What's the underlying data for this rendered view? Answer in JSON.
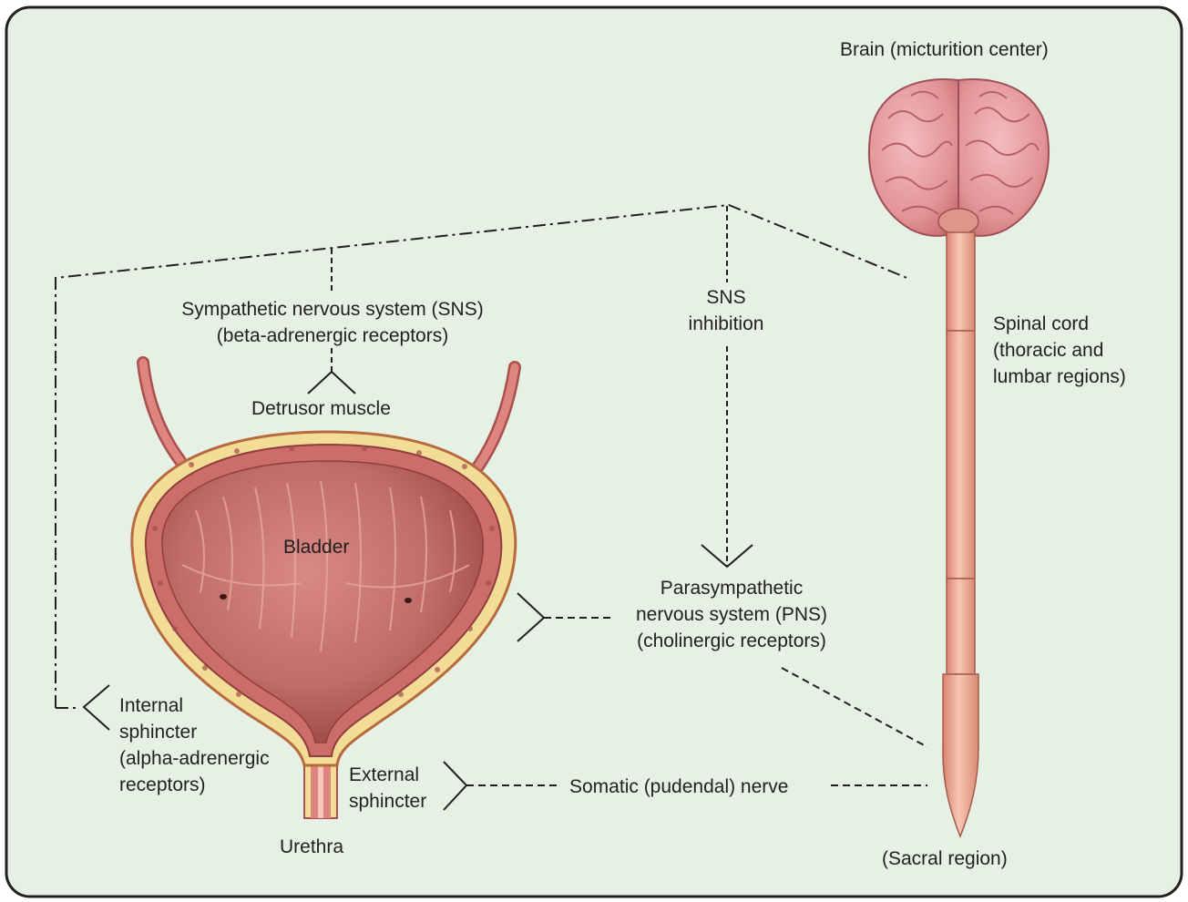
{
  "labels": {
    "brain": "Brain (micturition center)",
    "sns_l1": "Sympathetic nervous system (SNS)",
    "sns_l2": "(beta-adrenergic receptors)",
    "detrusor": "Detrusor muscle",
    "sns_inhib_l1": "SNS",
    "sns_inhib_l2": "inhibition",
    "spinal_l1": "Spinal cord",
    "spinal_l2": "(thoracic and",
    "spinal_l3": "lumbar regions)",
    "bladder": "Bladder",
    "pns_l1": "Parasympathetic",
    "pns_l2": "nervous system (PNS)",
    "pns_l3": "(cholinergic receptors)",
    "internal_l1": "Internal",
    "internal_l2": "sphincter",
    "internal_l3": "(alpha-adrenergic",
    "internal_l4": "receptors)",
    "external_l1": "External",
    "external_l2": "sphincter",
    "somatic": "Somatic (pudendal) nerve",
    "urethra": "Urethra",
    "sacral": "(Sacral region)"
  },
  "colors": {
    "background": "#e6f0e4",
    "frame": "#231f20",
    "bladder_wall": "#cd6d6a",
    "bladder_fat": "#f3dc95",
    "bladder_inner": "#b25a57",
    "ureter": "#d97874",
    "brain": "#e9a0a4",
    "spinal_cord": "#eeaa95"
  }
}
